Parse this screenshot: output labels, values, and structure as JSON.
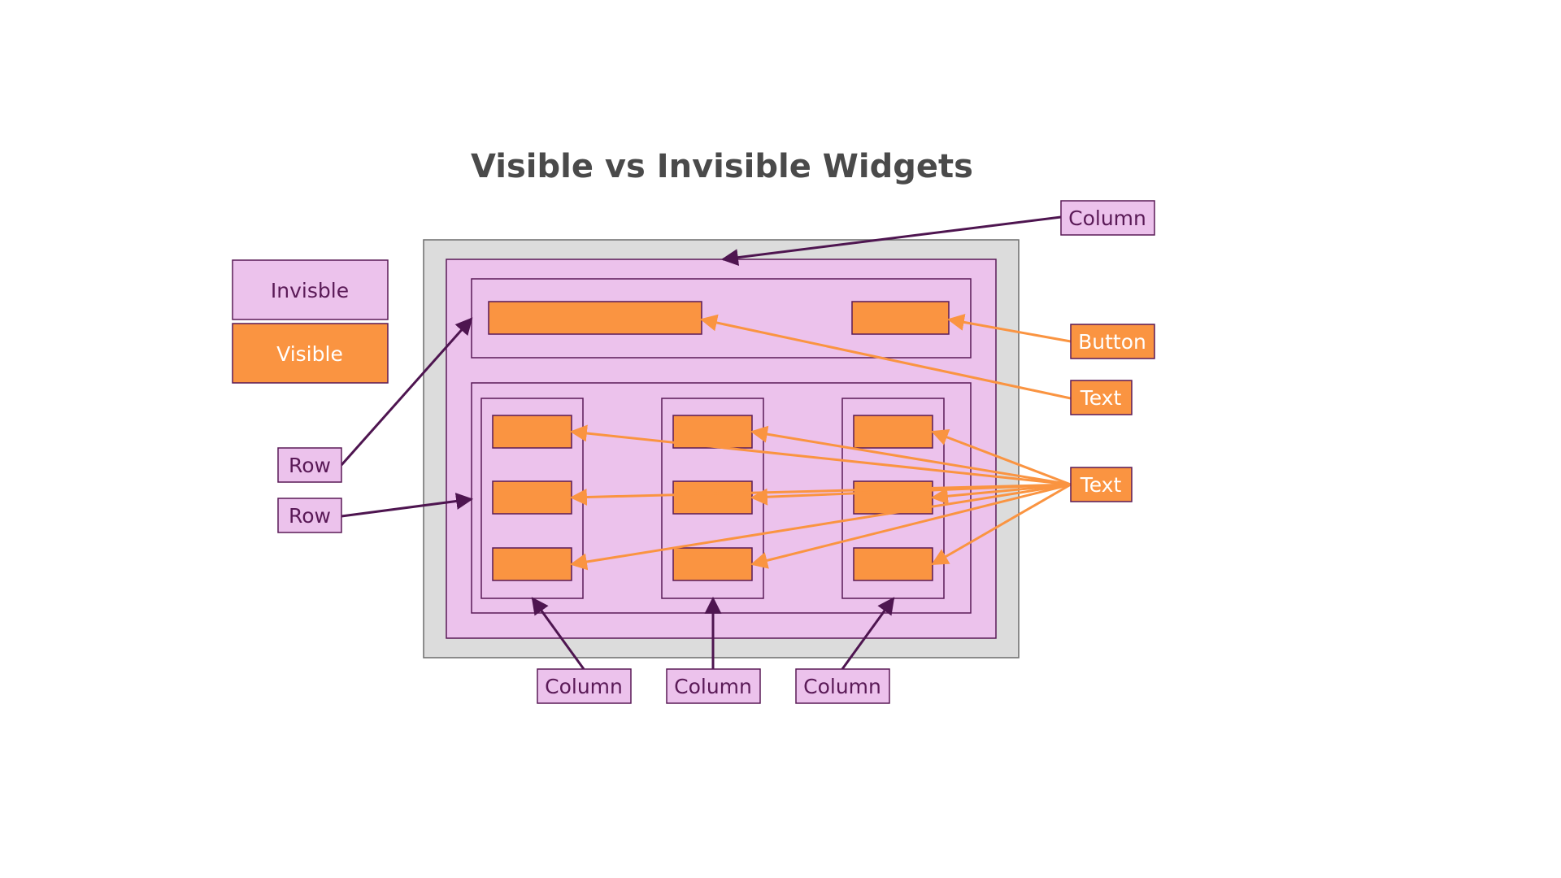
{
  "title": "Visible vs Invisible Widgets",
  "colors": {
    "invisible_fill": "#ecc2ec",
    "invisible_stroke": "#5a1a57",
    "invisible_text": "#5a1a57",
    "visible_fill": "#fa9441",
    "visible_stroke": "#5a1a57",
    "visible_text": "#ffffff",
    "frame_fill": "#dcdcdc",
    "frame_stroke": "#6d6d6d",
    "invisible_arrow": "#4e1550",
    "visible_arrow": "#fa9441",
    "title_text": "#4a4a4a"
  },
  "legend": {
    "invisible_label": "Invisble",
    "visible_label": "Visible"
  },
  "callouts": {
    "outer_column": "Column",
    "row_top": "Row",
    "row_bottom": "Row",
    "button": "Button",
    "text_top": "Text",
    "text_grid": "Text",
    "column_left": "Column",
    "column_middle": "Column",
    "column_right": "Column"
  }
}
